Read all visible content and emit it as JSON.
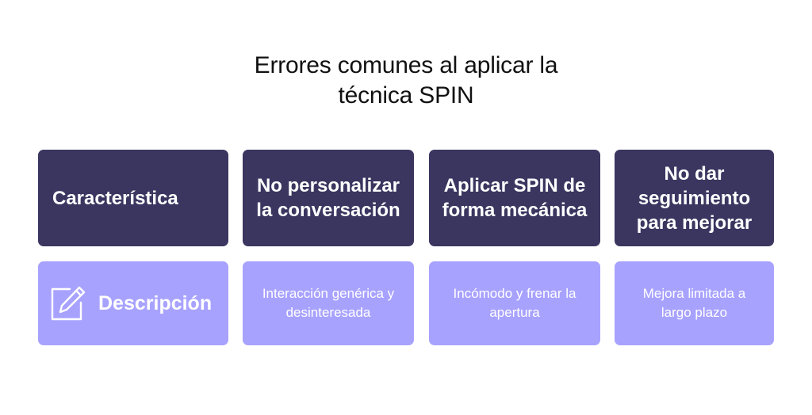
{
  "title": {
    "line1": "Errores comunes al aplicar la",
    "line2": "técnica SPIN"
  },
  "header_row": {
    "label": "Característica",
    "columns": [
      "No personalizar la conversación",
      "Aplicar SPIN de forma mecánica",
      "No dar seguimiento para mejorar"
    ]
  },
  "description_row": {
    "label": "Descripción",
    "icon": "edit-pencil-icon",
    "columns": [
      "Interacción genérica y desinteresada",
      "Incómodo y frenar la apertura",
      "Mejora limitada a largo plazo"
    ]
  },
  "colors": {
    "header_bg": "#3a3660",
    "description_bg": "#a8a2ff",
    "text_light": "#ffffff",
    "title_text": "#111111"
  }
}
